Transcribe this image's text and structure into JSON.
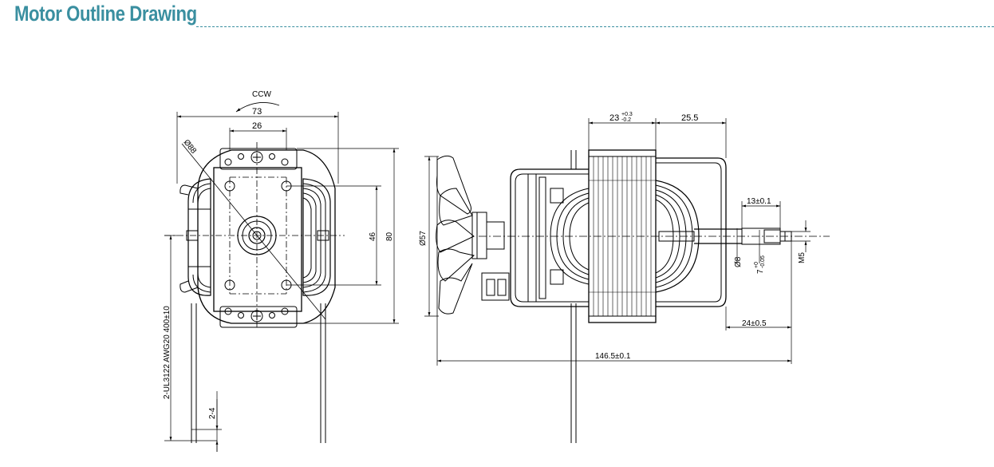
{
  "title": "Motor Outline Drawing",
  "colors": {
    "title": "#3a8fa0",
    "line": "#000000"
  },
  "front_view": {
    "rotation": "CCW",
    "width": "73",
    "inner_width": "26",
    "diameter": "Ø88",
    "height_inner": "46",
    "height": "80",
    "lead_wire": "2-UL3122 AWG20  400±10",
    "strip": "2-4"
  },
  "side_view": {
    "fan_diameter": "Ø57",
    "stack": "23",
    "stack_tol_plus": "+0.3",
    "stack_tol_minus": "-0.2",
    "bracket": "25.5",
    "shaft_flat": "13±0.1",
    "shaft_dia": "Ø8",
    "shaft_tip": "7",
    "shaft_tip_tol_plus": "+0",
    "shaft_tip_tol_minus": "-0.05",
    "thread": "M5",
    "shaft_length": "24±0.5",
    "overall_length": "146.5±0.1"
  }
}
